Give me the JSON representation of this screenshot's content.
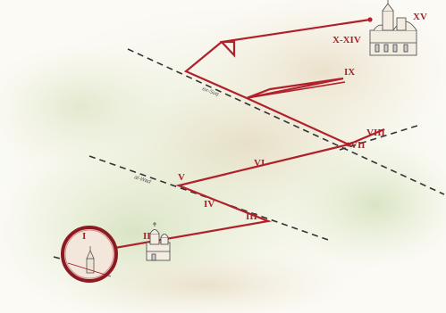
{
  "map": {
    "route_color": "#b0212b",
    "road_color": "#333333",
    "stations": {
      "s1": "I",
      "s2": "II",
      "s3": "III",
      "s4": "IV",
      "s5": "V",
      "s6": "VI",
      "s7": "VII",
      "s8": "VIII",
      "s9": "IX",
      "s10": "X-XIV",
      "s11": "XV"
    },
    "roads": {
      "upper": "ex-Suq",
      "middle": "al-Wad"
    },
    "icons": [
      "magnifier-circle-icon",
      "church-icon",
      "basilica-icon"
    ]
  }
}
